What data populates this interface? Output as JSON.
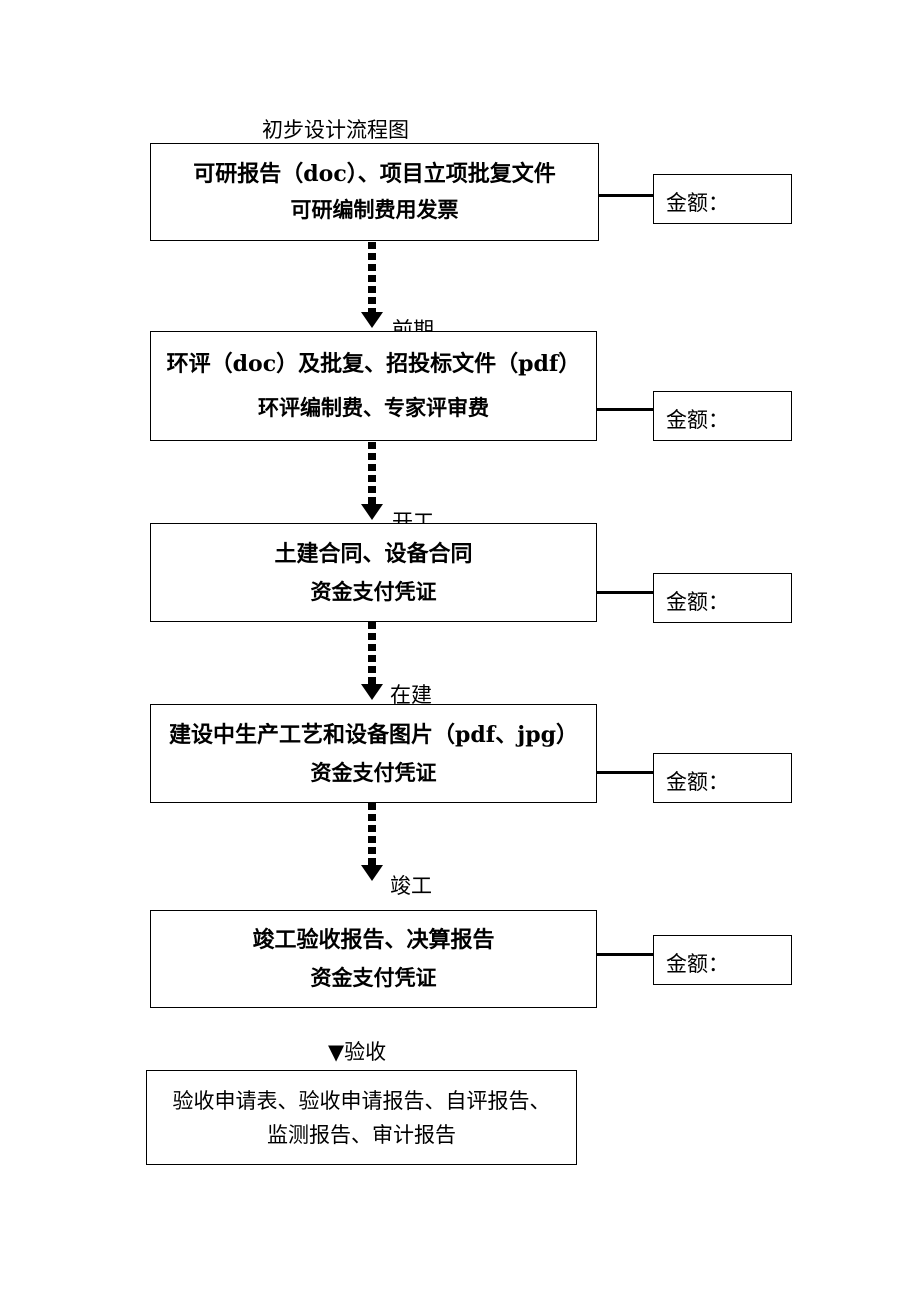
{
  "title": "初步设计流程图",
  "amount_label": "金额：",
  "steps": [
    {
      "line1": "可研报告（doc）、项目立项批复文件",
      "line2": "可研编制费用发票"
    },
    {
      "line1": "环评（doc）及批复、招投标文件（pdf）",
      "line2": "环评编制费、专家评审费"
    },
    {
      "line1": "土建合同、设备合同",
      "line2": "资金支付凭证"
    },
    {
      "line1": "建设中生产工艺和设备图片（pdf、jpg）",
      "line2": "资金支付凭证"
    },
    {
      "line1": "竣工验收报告、决算报告",
      "line2": "资金支付凭证"
    }
  ],
  "stages": [
    "前期",
    "开工",
    "在建",
    "竣工",
    "▼验收"
  ],
  "final": {
    "line1": "验收申请表、验收申请报告、自评报告、",
    "line2": "监测报告、审计报告"
  }
}
